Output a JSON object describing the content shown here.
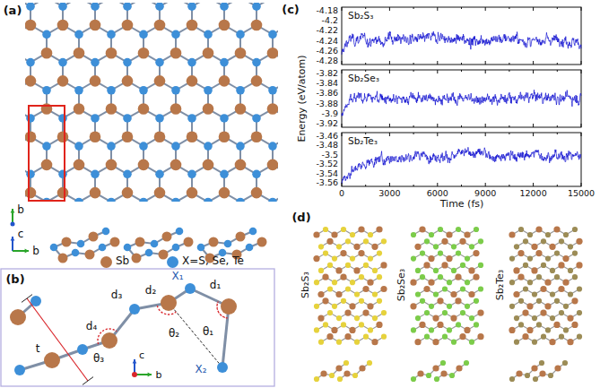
{
  "diagram": {
    "labels": [
      "(a)",
      "b",
      "c",
      "b",
      "(b)",
      "t",
      "d₄",
      "θ₃",
      "d₃",
      "d₂",
      "X₁",
      "d₁",
      "θ₂",
      "θ₁",
      "X₂",
      "c",
      "b",
      "(c)",
      "Sb₂S₃",
      "Sb₂Se₃",
      "Sb₂Te₃",
      "Energy (eV/atom)",
      "Time (fs)",
      "0",
      "3000",
      "6000",
      "9000",
      "12000",
      "15000",
      "-4.18",
      "-4.2",
      "-4.22",
      "-4.24",
      "-4.26",
      "-4.28",
      "-3.82",
      "-3.84",
      "-3.86",
      "-3.88",
      "-3.9",
      "-3.92",
      "-3.46",
      "-3.48",
      "-3.5",
      "-3.52",
      "-3.54",
      "-3.56",
      "(d)",
      "Sb₂S₃",
      "Sb₂Se₃",
      "Sb₂Te₃"
    ],
    "legend": [
      {
        "text": "Sb",
        "color": "#b8774a"
      },
      {
        "text": "X=S, Se, Te",
        "color": "#3d8fd8"
      }
    ]
  }
}
